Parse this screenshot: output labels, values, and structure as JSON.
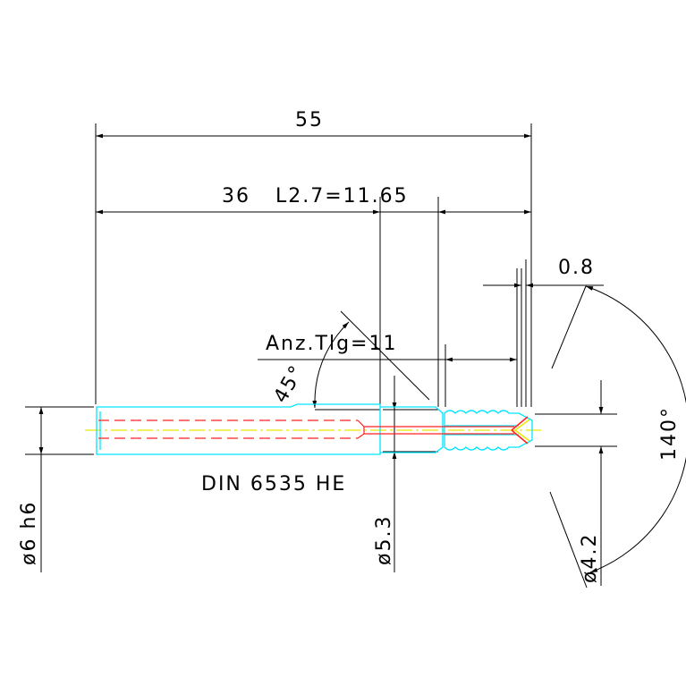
{
  "drawing": {
    "overall_length": "55",
    "shank_length": "36",
    "thread_length": "L2.7=11.65",
    "thread_count": "Anz.Tlg=11",
    "chamfer_angle": "45°",
    "tip_length": "0.8",
    "point_angle": "140°",
    "tip_diameter": "ø4.2",
    "shank_diameter": "ø6 h6",
    "neck_diameter": "ø5.3",
    "standard": "DIN 6535 HE"
  },
  "colors": {
    "outline": "#00e5ff",
    "hidden": "#ff2020",
    "center": "#e8e800",
    "dimension": "#000000"
  }
}
